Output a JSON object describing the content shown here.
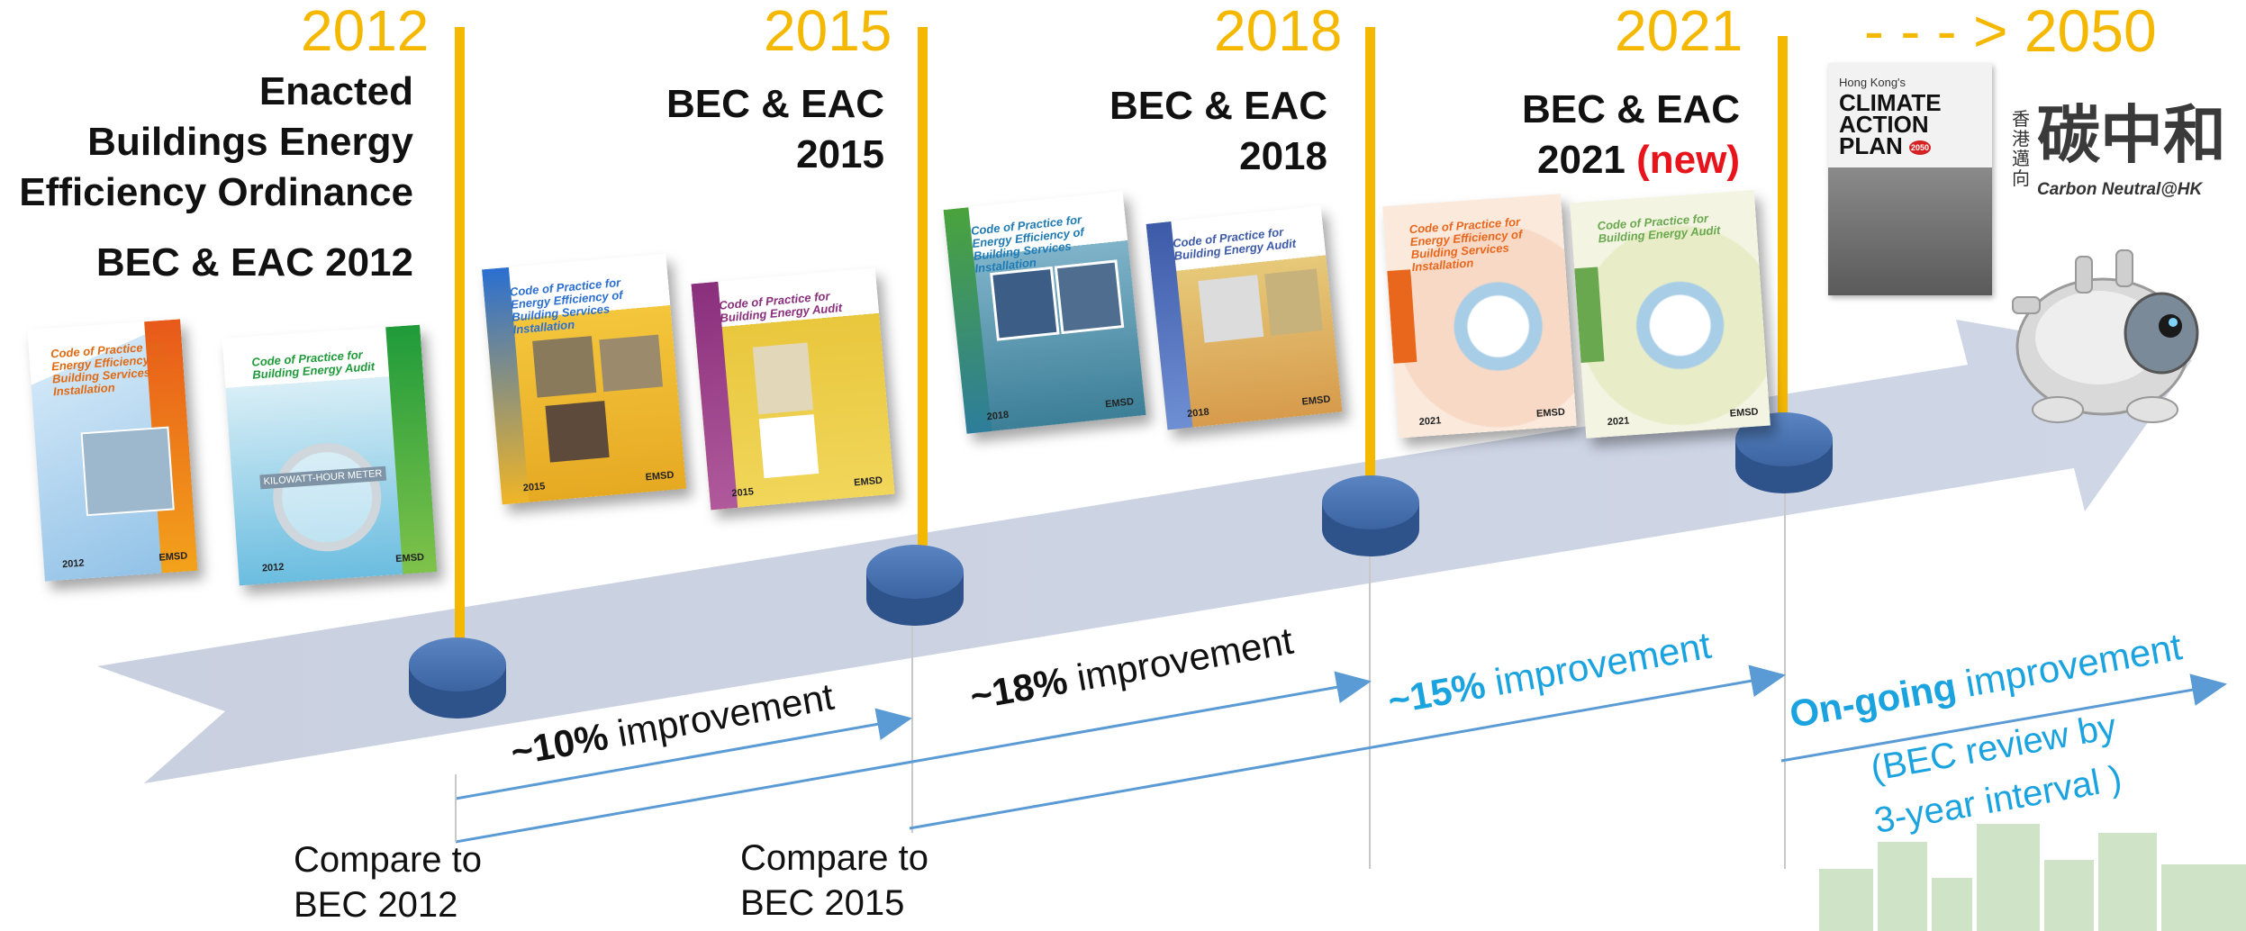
{
  "milestones": [
    {
      "year": "2012",
      "title_lines": [
        "Enacted",
        "Buildings Energy",
        "Efficiency Ordinance"
      ],
      "subtitle": "BEC & EAC 2012"
    },
    {
      "year": "2015",
      "title_lines": [
        "BEC & EAC",
        "2015"
      ]
    },
    {
      "year": "2018",
      "title_lines": [
        "BEC & EAC",
        "2018"
      ]
    },
    {
      "year": "2021",
      "title_lines": [
        "BEC & EAC"
      ],
      "title_year": "2021 ",
      "title_new": "(new)"
    },
    {
      "year": "- - - > 2050"
    }
  ],
  "improvements": [
    {
      "value": "~10%",
      "label": " improvement"
    },
    {
      "value": "~18%",
      "label": " improvement"
    },
    {
      "value": "~15%",
      "label": " improvement"
    },
    {
      "value": "On-going",
      "label": " improvement",
      "note_lines": [
        "(BEC review by",
        "3-year interval )"
      ]
    }
  ],
  "compare": [
    {
      "lines": [
        "Compare to",
        "BEC 2012"
      ]
    },
    {
      "lines": [
        "Compare to",
        "BEC 2015"
      ]
    }
  ],
  "covers": [
    {
      "title": "Code of Practice for Energy Efficiency of Building Services Installation",
      "year": "2012",
      "publisher": "EMSD"
    },
    {
      "title": "Code of Practice for Building Energy Audit",
      "year": "2012",
      "publisher": "EMSD",
      "meter_label": "KILOWATT-HOUR METER"
    },
    {
      "title": "Code of Practice for Energy Efficiency of Building Services Installation",
      "year": "2015",
      "publisher": "EMSD"
    },
    {
      "title": "Code of Practice for Building Energy Audit",
      "year": "2015",
      "publisher": "EMSD"
    },
    {
      "title": "Code of Practice for Energy Efficiency of Building Services Installation",
      "year": "2018",
      "publisher": "EMSD"
    },
    {
      "title": "Code of Practice for Building Energy Audit",
      "year": "2018",
      "publisher": "EMSD"
    },
    {
      "title": "Code of Practice for Energy Efficiency of Building Services Installation",
      "year": "2021",
      "publisher": "EMSD"
    },
    {
      "title": "Code of Practice for Building Energy Audit",
      "year": "2021",
      "publisher": "EMSD"
    }
  ],
  "climate_plan": {
    "top": "Hong Kong's",
    "lines": [
      "CLIMATE",
      "ACTION",
      "PLAN"
    ],
    "badge": "2050"
  },
  "carbon_neutral": {
    "chinese_small": [
      "香",
      "港",
      "邁",
      "向"
    ],
    "chinese_big": "碳中和",
    "english": "Carbon Neutral@HK"
  },
  "colors": {
    "year": "#f5b800",
    "arrow": "#cfd5e3",
    "disk": "#3b64a1",
    "blue_text": "#1aa3df",
    "link_line": "#5b9bd5",
    "new": "#e8141b"
  }
}
